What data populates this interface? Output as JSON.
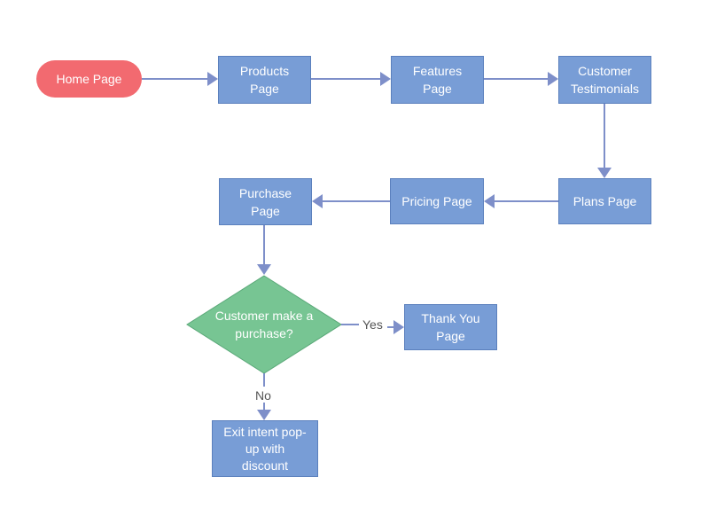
{
  "nodes": {
    "home": "Home Page",
    "products": "Products\nPage",
    "features": "Features\nPage",
    "testimonials": "Customer\nTestimonials",
    "plans": "Plans Page",
    "pricing": "Pricing Page",
    "purchase": "Purchase\nPage",
    "decision": "Customer make  a\npurchase?",
    "thank_you": "Thank You\nPage",
    "exit_intent": "Exit intent pop-\nup with\ndiscount"
  },
  "edges": {
    "yes": "Yes",
    "no": "No"
  },
  "colors": {
    "start_fill": "#f26a70",
    "process_fill": "#789dd6",
    "decision_fill": "#77c593",
    "connector": "#7e8fc9"
  }
}
